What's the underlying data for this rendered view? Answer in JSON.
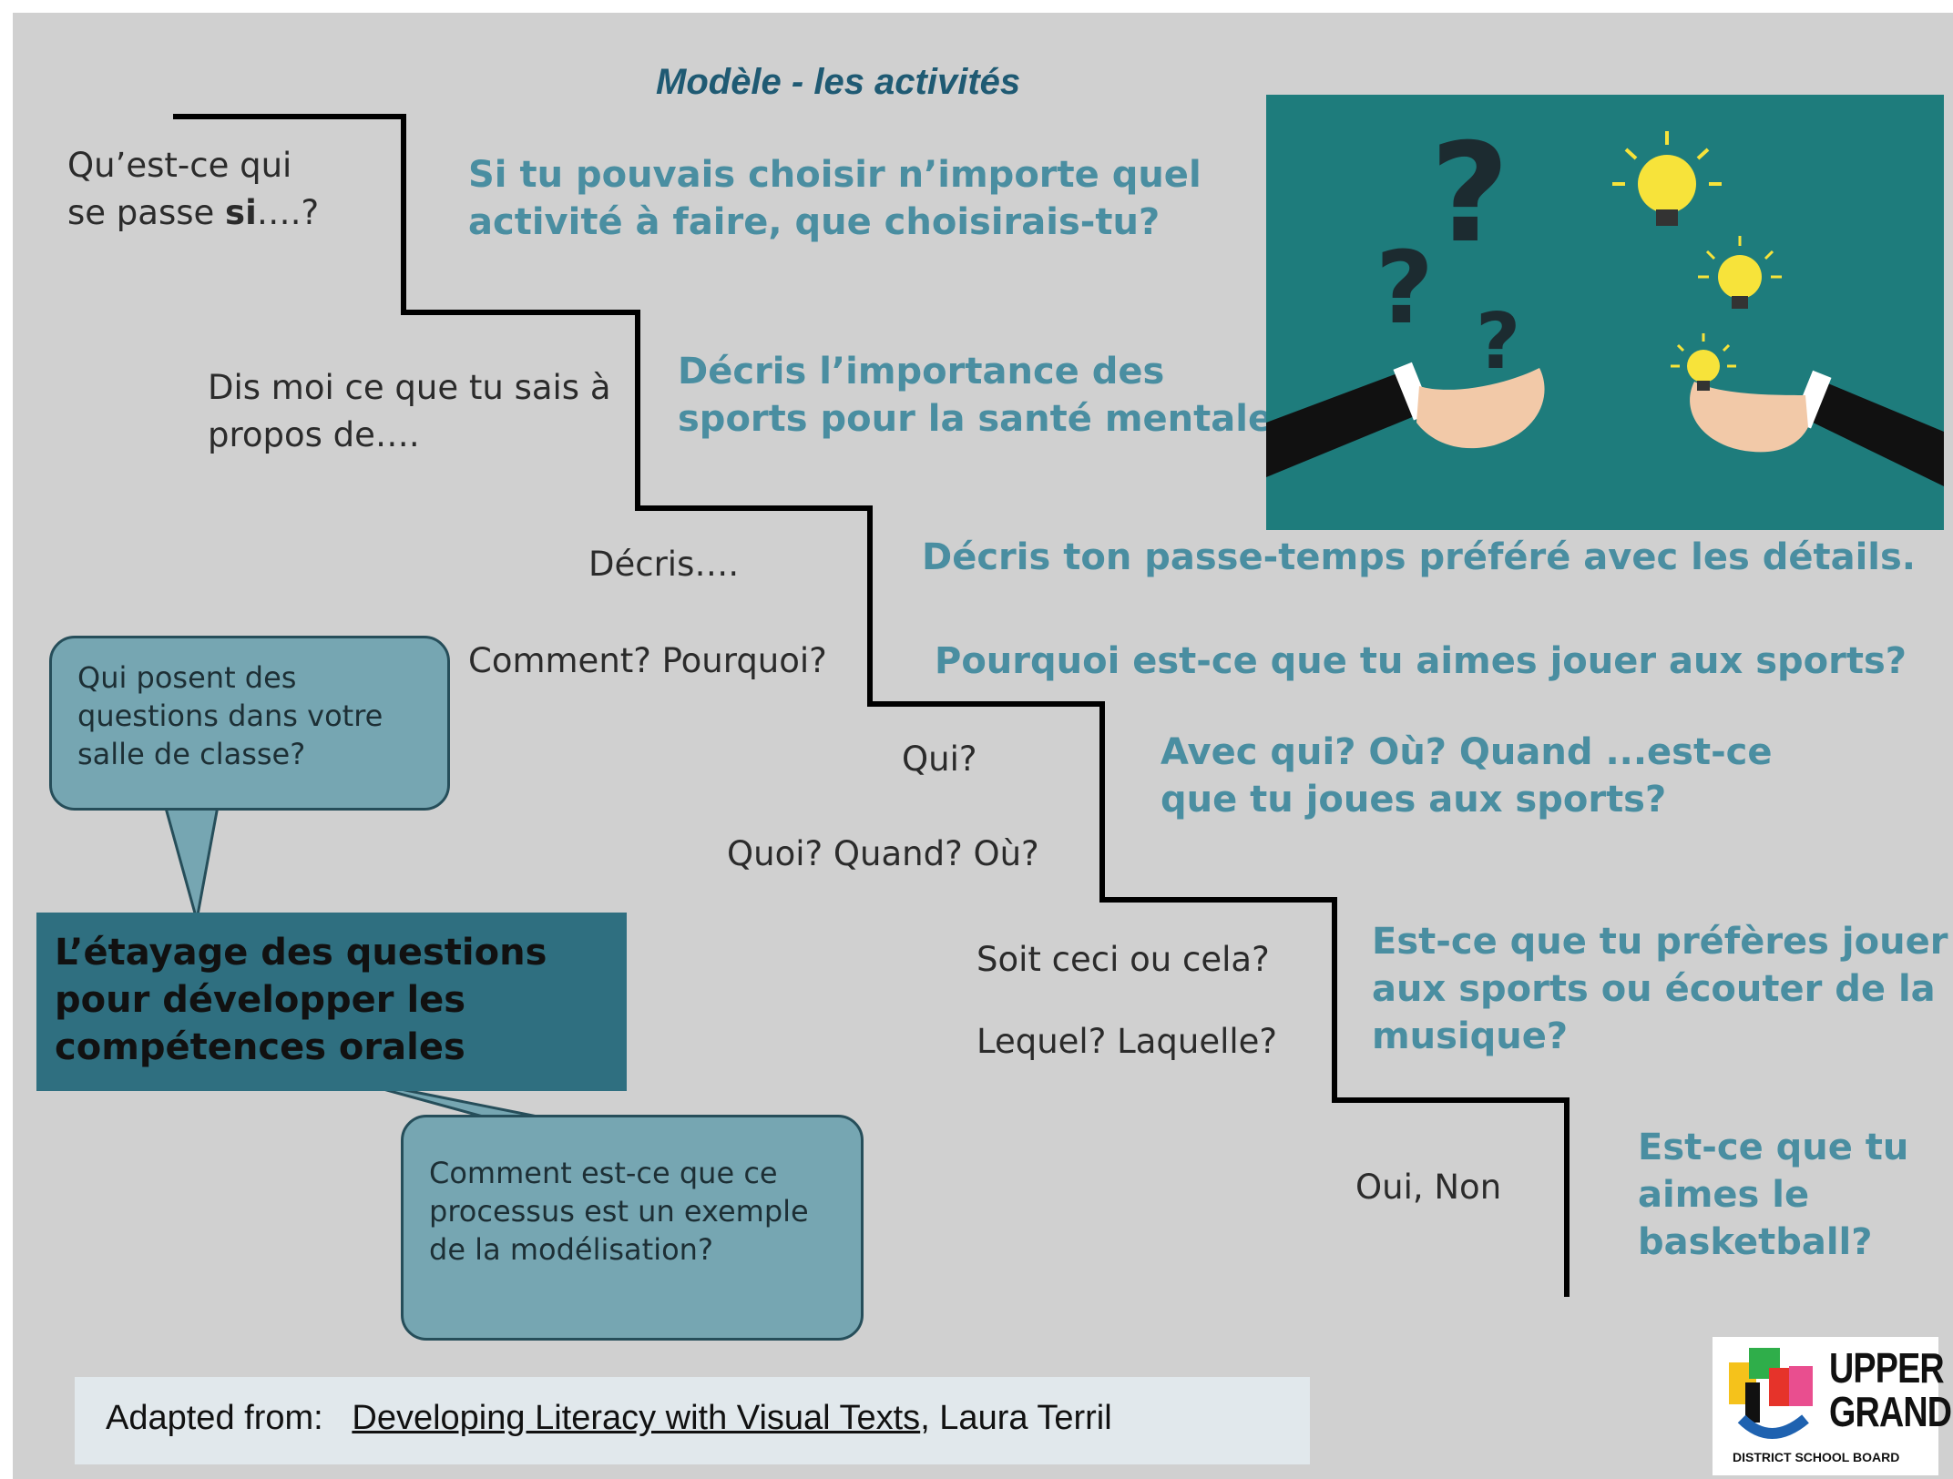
{
  "title": "Modèle - les activités",
  "prompts": {
    "p1_line1": "Qu’est-ce qui",
    "p1_line2_pre": "se passe ",
    "p1_line2_bold": "si",
    "p1_line2_post": "….?",
    "p2_line1": "Dis moi ce que tu sais à",
    "p2_line2": "propos de….",
    "p3": "Décris….",
    "p4": "Comment?  Pourquoi?",
    "p5": "Qui?",
    "p6": "Quoi? Quand? Où?",
    "p7": "Soit ceci ou cela?",
    "p8": "Lequel? Laquelle?",
    "p9": "Oui, Non"
  },
  "questions": {
    "q1_line1": "Si tu pouvais choisir n’importe quel",
    "q1_line2": "activité à faire, que choisirais-tu?",
    "q2_line1": "Décris l’importance des",
    "q2_line2": "sports pour la santé mentale.",
    "q3": "Décris ton passe-temps préféré avec les détails.",
    "q4": "Pourquoi est-ce que tu aimes jouer aux sports?",
    "q5_line1": "Avec qui?  Où? Quand ...est-ce",
    "q5_line2": "que tu joues aux sports?",
    "q6_line1": "Est-ce que tu préfères jouer",
    "q6_line2": "aux sports ou écouter de la",
    "q6_line3": "musique?",
    "q7_line1": "Est-ce que tu",
    "q7_line2": "aimes le",
    "q7_line3": "basketball?"
  },
  "bubbles": {
    "top": "Qui posent des questions dans votre salle de classe?",
    "bottom": "Comment est-ce que ce processus est un exemple de la modélisation?"
  },
  "main_box": "L’étayage des questions pour développer les compétences orales",
  "footer": {
    "prefix": "Adapted from:",
    "book": "Developing Literacy with Visual Texts",
    "author": ", Laura Terril"
  },
  "logo": {
    "line1": "UPPER",
    "line2": "GRAND",
    "sub": "DISTRICT SCHOOL BOARD"
  },
  "colors": {
    "question_text": "#4a8ea1",
    "illustration_bg": "#1e7c7c",
    "bubble_fill": "#76a6b2",
    "main_box_fill": "#2f6f80"
  }
}
